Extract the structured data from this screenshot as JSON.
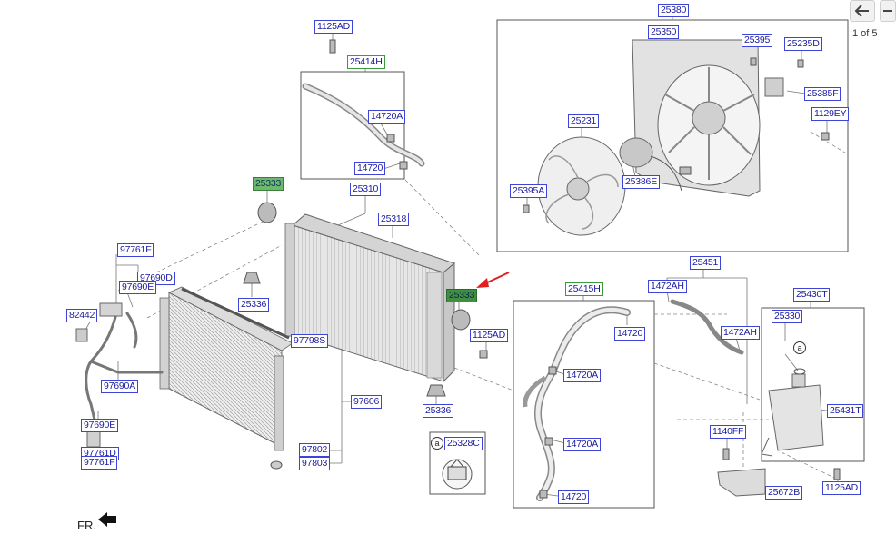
{
  "nav": {
    "back_icon": "arrow-left-icon",
    "page_indicator": "1 of 5"
  },
  "diagram": {
    "orientation_label": "FR.",
    "callout_letter": "a",
    "parts": {
      "p1125AD_top": "1125AD",
      "p25414H": "25414H",
      "p14720A_upper": "14720A",
      "p14720_upper": "14720",
      "p25333_left": "25333",
      "p25310": "25310",
      "p25318": "25318",
      "p97761F": "97761F",
      "p97690D": "97690D",
      "p97690E_upper": "97690E",
      "p25336_left": "25336",
      "p82442": "82442",
      "p97798S": "97798S",
      "p97690A": "97690A",
      "p97606": "97606",
      "p97690E_lower": "97690E",
      "p97761D": "97761D",
      "p97761F_lower": "97761F",
      "p97802": "97802",
      "p97803": "97803",
      "p25333_right": "25333",
      "p1125AD_mid": "1125AD",
      "p25336_right": "25336",
      "p25328C": "25328C",
      "p25380": "25380",
      "p25350": "25350",
      "p25395": "25395",
      "p25235D": "25235D",
      "p25385F": "25385F",
      "p1129EY": "1129EY",
      "p25231": "25231",
      "p25386E": "25386E",
      "p25395A": "25395A",
      "p25415H": "25415H",
      "p14720_mid": "14720",
      "p14720A_mid1": "14720A",
      "p14720A_mid2": "14720A",
      "p14720_low": "14720",
      "p25451": "25451",
      "p1472AH_left": "1472AH",
      "p1472AH_right": "1472AH",
      "p25430T": "25430T",
      "p25330": "25330",
      "p25431T": "25431T",
      "p1140FF": "1140FF",
      "p25672B": "25672B",
      "p1125AD_right": "1125AD"
    }
  },
  "colors": {
    "label_text": "#1a1aa0",
    "label_border": "#3d44d8",
    "highlight_green": "#6db86d",
    "selected_green": "#3f8f3f",
    "pointer_red": "#e02020",
    "line_gray": "#666666"
  }
}
